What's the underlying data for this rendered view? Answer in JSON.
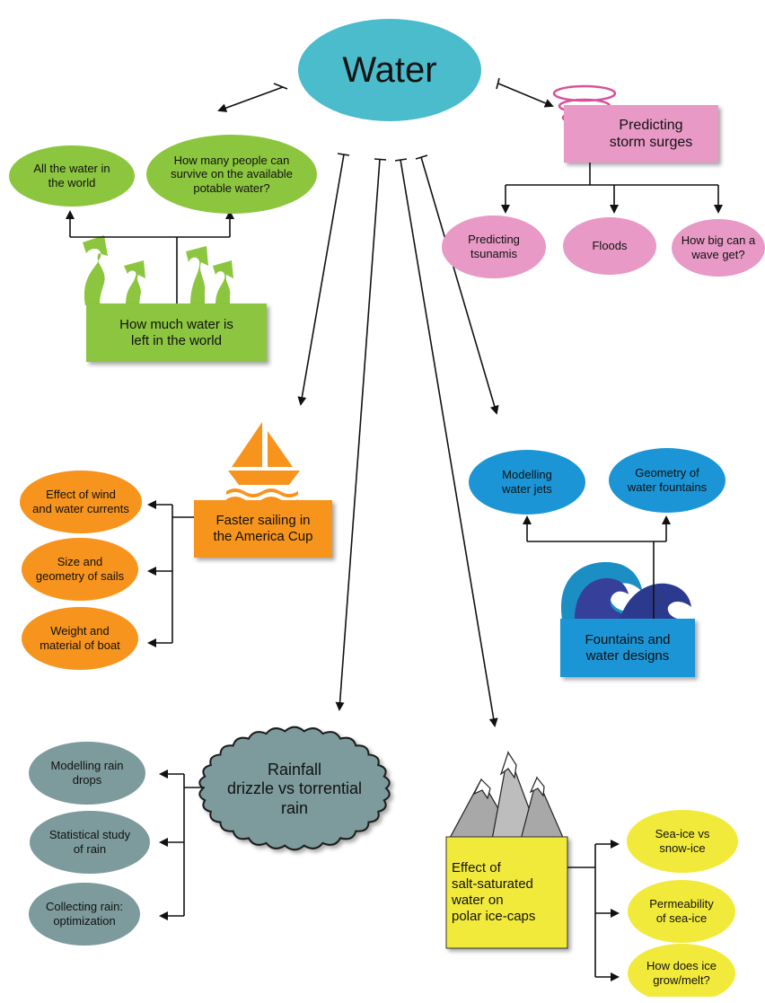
{
  "title": "Water",
  "colors": {
    "center": "#4bbccc",
    "green": "#8cc63f",
    "pink": "#e899c6",
    "orange": "#f7941d",
    "blue": "#1b95d6",
    "gray": "#7d9a9c",
    "yellow": "#f2ea3a"
  },
  "topics": {
    "water_left": {
      "label": "How much water is\nleft in the world",
      "sub": [
        "All the water in\nthe world",
        "How many people can\nsurvive on the available\npotable water?"
      ]
    },
    "storm": {
      "label": "Predicting\nstorm surges",
      "sub": [
        "Predicting\ntsunamis",
        "Floods",
        "How big can a\nwave get?"
      ]
    },
    "sailing": {
      "label": "Faster sailing in\nthe America Cup",
      "sub": [
        "Effect of wind\nand water currents",
        "Size and\ngeometry of sails",
        "Weight and\nmaterial of boat"
      ]
    },
    "fountains": {
      "label": "Fountains and\nwater designs",
      "sub": [
        "Modelling\nwater jets",
        "Geometry of\nwater fountains"
      ]
    },
    "rain": {
      "label": "Rainfall\ndrizzle vs torrential\nrain",
      "sub": [
        "Modelling rain\ndrops",
        "Statistical study\nof rain",
        "Collecting rain:\noptimization"
      ]
    },
    "ice": {
      "label": "Effect of\nsalt-saturated\nwater on\npolar ice-caps",
      "sub": [
        "Sea-ice vs\nsnow-ice",
        "Permeability\nof sea-ice",
        "How does ice\ngrow/melt?"
      ]
    }
  },
  "icons": [
    "tornado-icon",
    "sailboat-icon",
    "wave-icon",
    "mountains-icon",
    "green-arrows-icon"
  ]
}
